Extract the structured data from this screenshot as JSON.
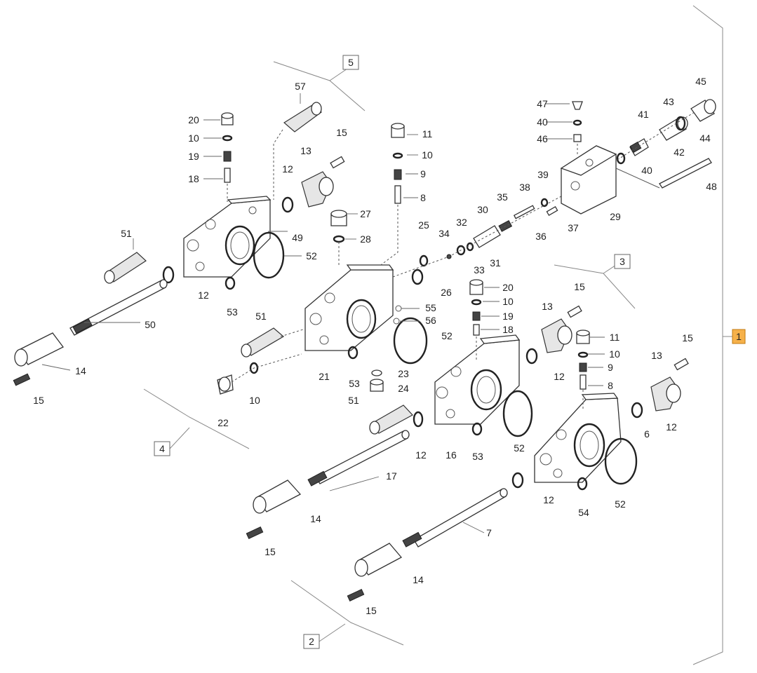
{
  "callouts": [
    {
      "id": "c57",
      "text": "57"
    },
    {
      "id": "c20a",
      "text": "20"
    },
    {
      "id": "c10a",
      "text": "10"
    },
    {
      "id": "c19a",
      "text": "19"
    },
    {
      "id": "c18a",
      "text": "18"
    },
    {
      "id": "c13a",
      "text": "13"
    },
    {
      "id": "c15a",
      "text": "15"
    },
    {
      "id": "c12a",
      "text": "12"
    },
    {
      "id": "c51a",
      "text": "51"
    },
    {
      "id": "c49",
      "text": "49"
    },
    {
      "id": "c52a",
      "text": "52"
    },
    {
      "id": "c12b",
      "text": "12"
    },
    {
      "id": "c53a",
      "text": "53"
    },
    {
      "id": "c50",
      "text": "50"
    },
    {
      "id": "c14a",
      "text": "14"
    },
    {
      "id": "c15b",
      "text": "15"
    },
    {
      "id": "c11a",
      "text": "11"
    },
    {
      "id": "c10b",
      "text": "10"
    },
    {
      "id": "c9a",
      "text": "9"
    },
    {
      "id": "c8a",
      "text": "8"
    },
    {
      "id": "c27",
      "text": "27"
    },
    {
      "id": "c28",
      "text": "28"
    },
    {
      "id": "c25",
      "text": "25"
    },
    {
      "id": "c34",
      "text": "34"
    },
    {
      "id": "c32",
      "text": "32"
    },
    {
      "id": "c30",
      "text": "30"
    },
    {
      "id": "c35",
      "text": "35"
    },
    {
      "id": "c38",
      "text": "38"
    },
    {
      "id": "c39",
      "text": "39"
    },
    {
      "id": "c36",
      "text": "36"
    },
    {
      "id": "c37",
      "text": "37"
    },
    {
      "id": "c29",
      "text": "29"
    },
    {
      "id": "c31",
      "text": "31"
    },
    {
      "id": "c33",
      "text": "33"
    },
    {
      "id": "c26",
      "text": "26"
    },
    {
      "id": "c47",
      "text": "47"
    },
    {
      "id": "c40a",
      "text": "40"
    },
    {
      "id": "c46",
      "text": "46"
    },
    {
      "id": "c41",
      "text": "41"
    },
    {
      "id": "c43",
      "text": "43"
    },
    {
      "id": "c45",
      "text": "45"
    },
    {
      "id": "c44",
      "text": "44"
    },
    {
      "id": "c42",
      "text": "42"
    },
    {
      "id": "c40b",
      "text": "40"
    },
    {
      "id": "c48",
      "text": "48"
    },
    {
      "id": "c55",
      "text": "55"
    },
    {
      "id": "c56",
      "text": "56"
    },
    {
      "id": "c51b",
      "text": "51"
    },
    {
      "id": "c52b",
      "text": "52"
    },
    {
      "id": "c21",
      "text": "21"
    },
    {
      "id": "c53b",
      "text": "53"
    },
    {
      "id": "c23",
      "text": "23"
    },
    {
      "id": "c24",
      "text": "24"
    },
    {
      "id": "c10c",
      "text": "10"
    },
    {
      "id": "c22",
      "text": "22"
    },
    {
      "id": "c20b",
      "text": "20"
    },
    {
      "id": "c10d",
      "text": "10"
    },
    {
      "id": "c19b",
      "text": "19"
    },
    {
      "id": "c18b",
      "text": "18"
    },
    {
      "id": "c13b",
      "text": "13"
    },
    {
      "id": "c15c",
      "text": "15"
    },
    {
      "id": "c12c",
      "text": "12"
    },
    {
      "id": "c51c",
      "text": "51"
    },
    {
      "id": "c12d",
      "text": "12"
    },
    {
      "id": "c16",
      "text": "16"
    },
    {
      "id": "c53c",
      "text": "53"
    },
    {
      "id": "c52c",
      "text": "52"
    },
    {
      "id": "c17",
      "text": "17"
    },
    {
      "id": "c14b",
      "text": "14"
    },
    {
      "id": "c15d",
      "text": "15"
    },
    {
      "id": "c11b",
      "text": "11"
    },
    {
      "id": "c10e",
      "text": "10"
    },
    {
      "id": "c9b",
      "text": "9"
    },
    {
      "id": "c8b",
      "text": "8"
    },
    {
      "id": "c13c",
      "text": "13"
    },
    {
      "id": "c15e",
      "text": "15"
    },
    {
      "id": "c12e",
      "text": "12"
    },
    {
      "id": "c6",
      "text": "6"
    },
    {
      "id": "c12f",
      "text": "12"
    },
    {
      "id": "c52d",
      "text": "52"
    },
    {
      "id": "c54",
      "text": "54"
    },
    {
      "id": "c7",
      "text": "7"
    },
    {
      "id": "c14c",
      "text": "14"
    },
    {
      "id": "c15f",
      "text": "15"
    }
  ],
  "assembly_boxes": [
    {
      "id": "b5",
      "text": "5"
    },
    {
      "id": "b3",
      "text": "3"
    },
    {
      "id": "b4",
      "text": "4"
    },
    {
      "id": "b2",
      "text": "2"
    },
    {
      "id": "b1",
      "text": "1",
      "highlight": "#f6b14a"
    }
  ]
}
